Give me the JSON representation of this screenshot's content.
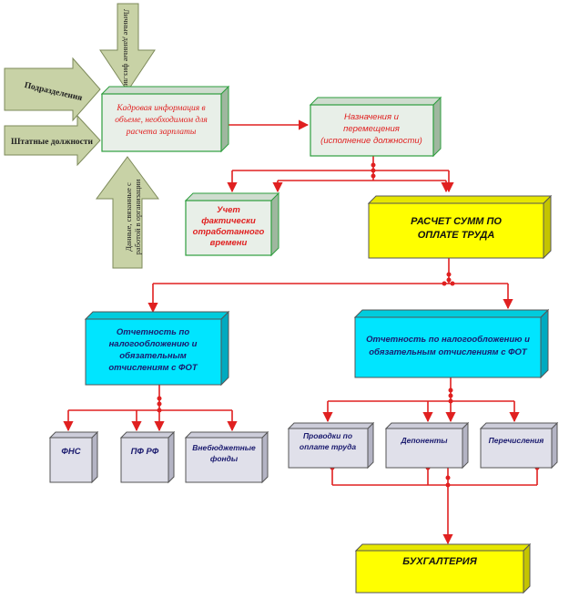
{
  "inputs": {
    "podrazdeleniya": "Подразделения",
    "shtatnye": "Штатные должности",
    "lichnye_line1": "Личные данные физ.лица",
    "lichnye_line2": "",
    "dannye_line1": "Данные, связанные с",
    "dannye_line2": "работой в организации"
  },
  "boxes": {
    "kadrovaya": [
      "Кадровая информация в",
      "объеме, необходимом для",
      "расчета зарплаты"
    ],
    "naznacheniya": [
      "Назначения и",
      "перемещения",
      "(исполнение должности)"
    ],
    "uchet": [
      "Учет",
      "фактически",
      "отработанного",
      "времени"
    ],
    "raschet": [
      "РАСЧЕТ СУММ ПО",
      "ОПЛАТЕ ТРУДА"
    ],
    "otchet_left": [
      "Отчетность по",
      "налогообложению и",
      "обязательным",
      "отчислениям с ФОТ"
    ],
    "otchet_right": [
      "Отчетность по налогообложению и",
      "обязательным отчислениям с ФОТ"
    ],
    "fns": "ФНС",
    "pfr": "ПФ РФ",
    "vnebyudzh": [
      "Внебюджетные",
      "фонды"
    ],
    "provodki": [
      "Проводки по",
      "оплате труда"
    ],
    "deponenty": "Депоненты",
    "perechisleniya": "Перечисления",
    "buhgalteriya": "БУХГАЛТЕРИЯ"
  },
  "colors": {
    "green_face": "#e8efe8",
    "green_border": "#2e9e3e",
    "yellow": "#ffff00",
    "cyan": "#00e5ff",
    "gray_face": "#e0e0ea",
    "arrow_face": "#c8d2a6",
    "connector": "#e02020",
    "red_text": "#e02020"
  }
}
